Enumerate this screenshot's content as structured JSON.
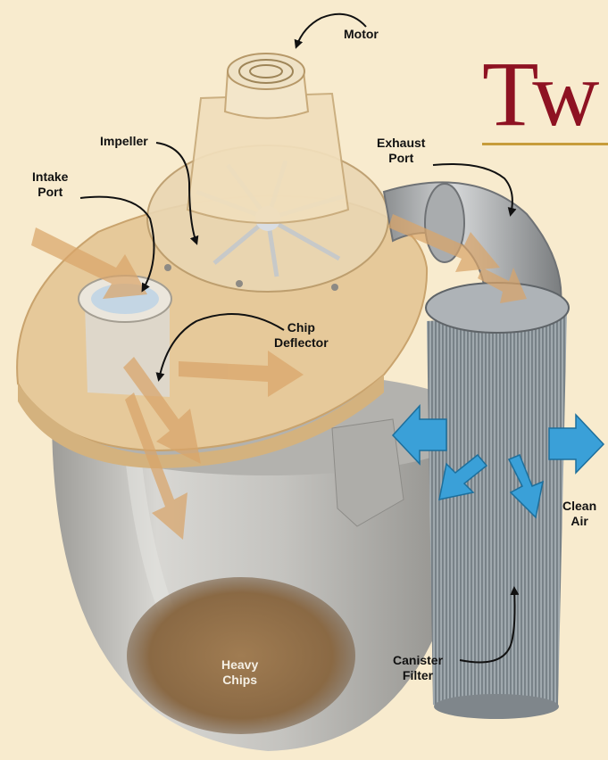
{
  "headline": "Tw",
  "labels": {
    "motor": [
      "Motor"
    ],
    "impeller": [
      "Impeller"
    ],
    "exhaust_port": [
      "Exhaust",
      "Port"
    ],
    "intake_port": [
      "Intake",
      "Port"
    ],
    "chip_deflector": [
      "Chip",
      "Deflector"
    ],
    "clean_air": [
      "Clean",
      "Air"
    ],
    "canister_filter": [
      "Canister",
      "Filter"
    ],
    "heavy_chips": [
      "Heavy",
      "Chips"
    ]
  },
  "colors": {
    "background": "#f8ebce",
    "headline": "#8e1222",
    "headline_rule": "#c79c3b",
    "lid": "#e6c99a",
    "airflow_arrows": "#d9a56a",
    "clean_air_arrows": "#3aa0d8",
    "drum": "#c9c8c4",
    "chips": "#8c6a45"
  }
}
